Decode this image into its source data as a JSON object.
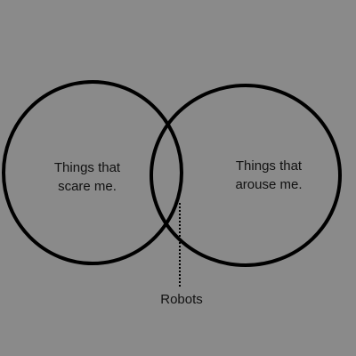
{
  "diagram": {
    "type": "venn",
    "left_set": {
      "line1": "Things that",
      "line2": "scare me."
    },
    "right_set": {
      "line1": "Things that",
      "line2": "arouse me."
    },
    "intersection_label": "Robots"
  },
  "colors": {
    "background": "#8a8a8a",
    "stroke": "#000000",
    "text": "#111111"
  }
}
